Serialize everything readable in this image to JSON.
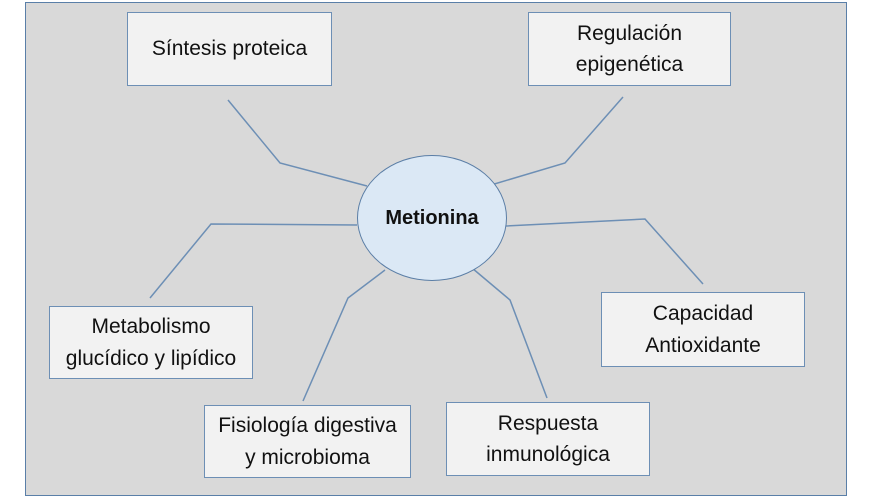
{
  "diagram": {
    "center": {
      "label": "Metionina"
    },
    "nodes": [
      {
        "id": "sintesis",
        "label": "Síntesis proteica"
      },
      {
        "id": "regulacion",
        "label": "Regulación\nepigenética"
      },
      {
        "id": "capacidad",
        "label": "Capacidad\nAntioxidante"
      },
      {
        "id": "metabolismo",
        "label": "Metabolismo\nglucídico y lipídico"
      },
      {
        "id": "fisiologia",
        "label": "Fisiología digestiva\ny microbioma"
      },
      {
        "id": "respuesta",
        "label": "Respuesta\ninmunológica"
      }
    ],
    "colors": {
      "panel_background": "#d9d9d9",
      "box_fill": "#f2f2f2",
      "box_border": "#6d8fb5",
      "center_fill": "#dbe8f5",
      "connector": "#6d8fb5"
    }
  }
}
